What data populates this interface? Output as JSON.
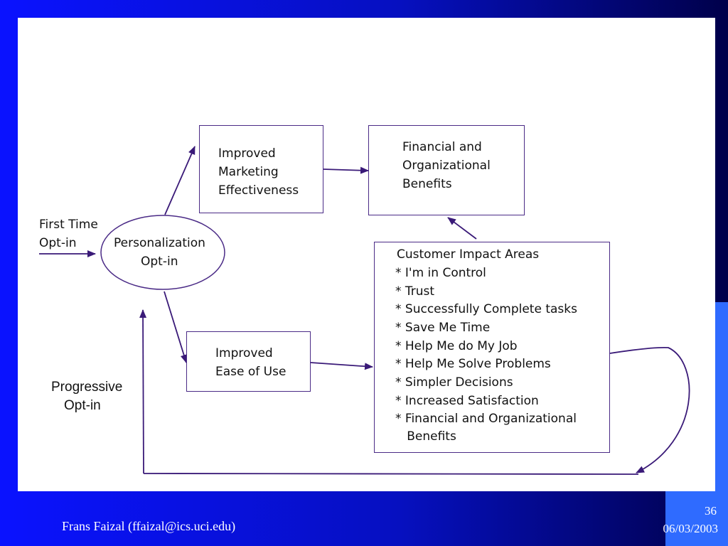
{
  "diagram": {
    "input_label_1": "First Time",
    "input_label_2": "Opt-in",
    "center_node": {
      "line1": "Personalization",
      "line2": "Opt-in"
    },
    "marketing_box": [
      "Improved",
      "Marketing",
      "Effectiveness"
    ],
    "financial_box": [
      "Financial and",
      "Organizational",
      "Benefits"
    ],
    "ease_box": [
      "Improved",
      "Ease of Use"
    ],
    "impact_box": {
      "title": "Customer Impact Areas",
      "items": [
        "* I'm in Control",
        "* Trust",
        "* Successfully Complete tasks",
        "* Save Me Time",
        "* Help Me do My Job",
        "* Help Me Solve Problems",
        "* Simpler Decisions",
        "* Increased Satisfaction",
        "* Financial and Organizational",
        "   Benefits"
      ]
    },
    "progressive_label_1": "Progressive",
    "progressive_label_2": "Opt-in"
  },
  "footer": {
    "author": "Frans Faizal (ffaizal@ics.uci.edu)",
    "page_number": "36",
    "date": "06/03/2003"
  },
  "colors": {
    "background": "#0a12ff",
    "panel": "#ffffff",
    "accent": "#2f6bff",
    "line": "#3a1a78"
  }
}
